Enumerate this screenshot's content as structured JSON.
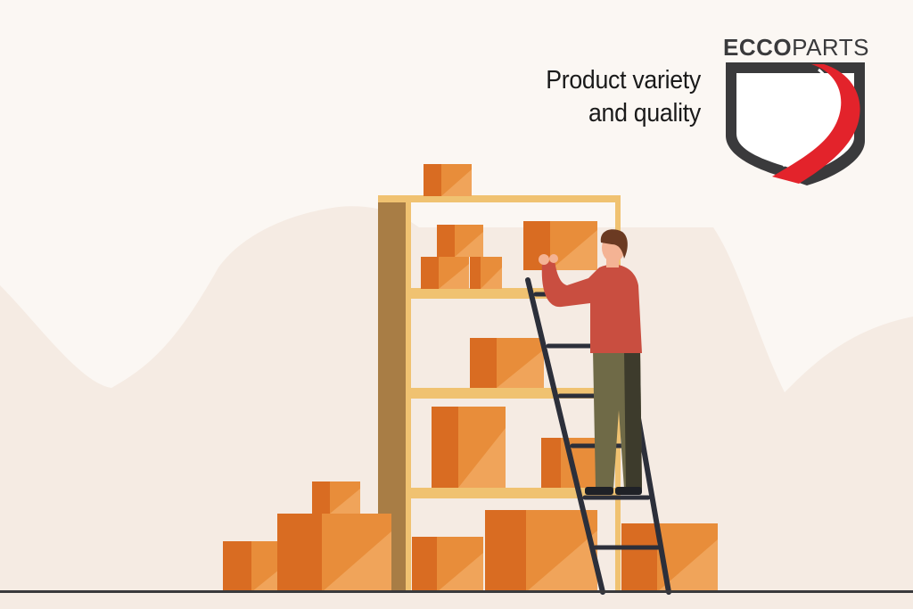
{
  "headline": {
    "line1": "Product variety",
    "line2": "and quality"
  },
  "logo": {
    "word_bold": "ECCO",
    "word_regular": "PARTS",
    "word_color": "#3a3a3c",
    "accent_color": "#e3232b"
  },
  "illustration": {
    "subject": "person-on-ladder-stocking-shelves",
    "box_colors": [
      "#e88d3a",
      "#d96c22",
      "#f0a45a"
    ],
    "shelf_colors": [
      "#f0c271",
      "#a87d45"
    ],
    "figure_colors": {
      "sweater": "#c94e40",
      "trousers": "#6f6a47",
      "hair": "#6b3a22",
      "ladder": "#2c2f3a"
    }
  }
}
